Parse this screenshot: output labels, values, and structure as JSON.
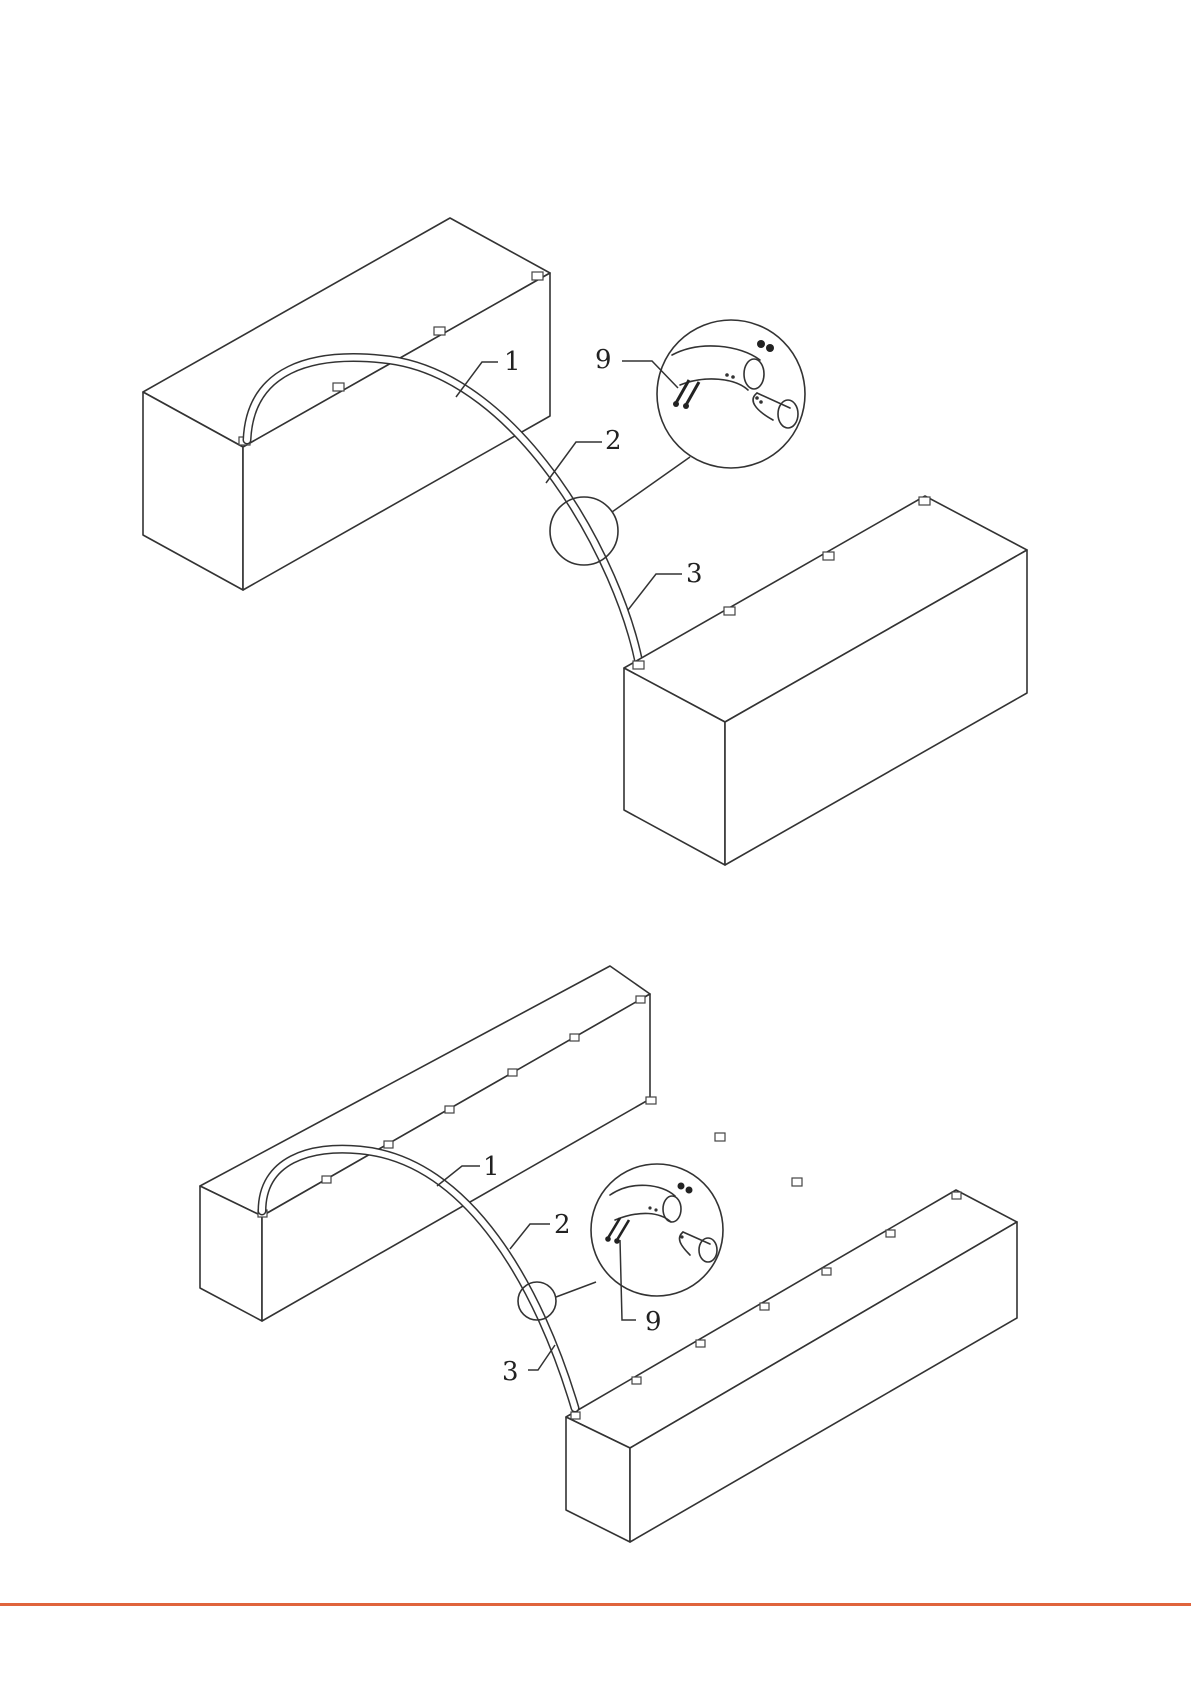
{
  "diagram": {
    "figure_1": {
      "labels": {
        "part_1": "1",
        "part_2": "2",
        "part_3": "3",
        "part_9": "9"
      }
    },
    "figure_2": {
      "labels": {
        "part_1": "1",
        "part_2": "2",
        "part_3": "3",
        "part_9": "9"
      }
    }
  },
  "colors": {
    "footer_rule": "#e0643c",
    "line": "#333333",
    "background": "#ffffff"
  }
}
